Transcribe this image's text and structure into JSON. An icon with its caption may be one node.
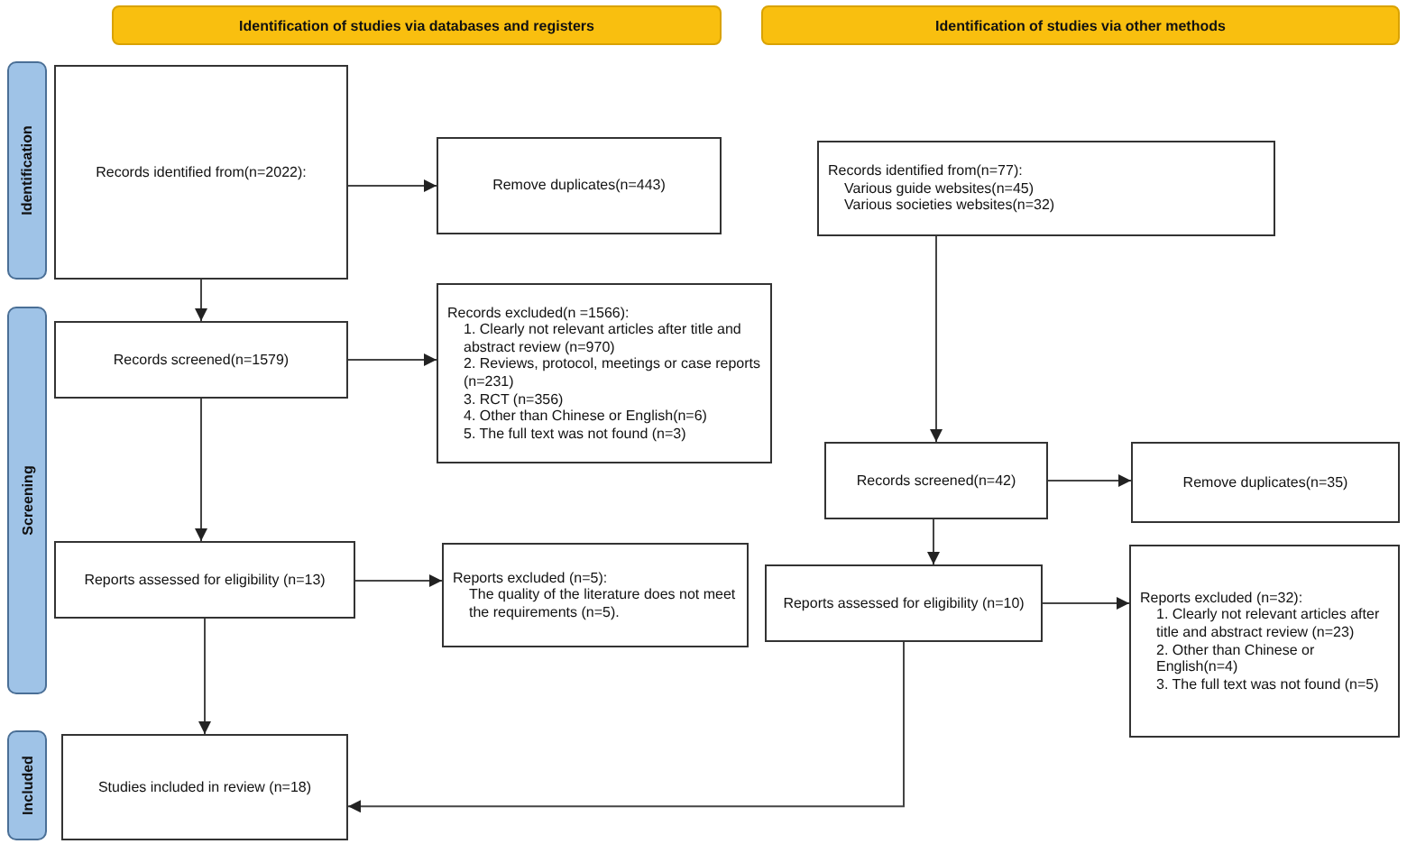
{
  "diagram": {
    "nodes": [
      {
        "text": [
          "Identification of studies via databases and registers"
        ]
      },
      {
        "text": [
          "Identification of studies via other methods"
        ]
      },
      {
        "text": [
          "Identification"
        ]
      },
      {
        "text": [
          "Screening"
        ]
      },
      {
        "text": [
          "Included"
        ]
      },
      {
        "text": [
          "Records identified from(n=2022):"
        ]
      },
      {
        "text": [
          "Remove duplicates(n=443)"
        ]
      },
      {
        "text": [
          "Records screened(n=1579)"
        ]
      },
      {
        "text": [
          "Records excluded(n =1566):",
          "1. Clearly not relevant articles after title and abstract review (n=970)",
          "2. Reviews, protocol, meetings or case reports (n=231)",
          "3. RCT (n=356)",
          "4. Other than Chinese or English(n=6)",
          "5. The full text was not found (n=3)"
        ]
      },
      {
        "text": [
          "Records identified from(n=77):",
          "Various guide websites(n=45)",
          "Various societies websites(n=32)"
        ]
      },
      {
        "text": [
          "Reports assessed for eligibility (n=13)"
        ]
      },
      {
        "text": [
          "Reports excluded (n=5):",
          "The quality of the literature does not meet the requirements (n=5)."
        ]
      },
      {
        "text": [
          "Records screened(n=42)"
        ]
      },
      {
        "text": [
          "Remove duplicates(n=35)"
        ]
      },
      {
        "text": [
          "Reports assessed for eligibility (n=10)"
        ]
      },
      {
        "text": [
          "Reports excluded (n=32):",
          "1. Clearly not relevant articles after title and abstract review (n=23)",
          "2. Other than Chinese or English(n=4)",
          "3. The full text was not found (n=5)"
        ]
      },
      {
        "text": [
          "Studies included in review (n=18)"
        ]
      }
    ],
    "edges": [
      {
        "from": 5,
        "to": 6,
        "arrow": "to"
      },
      {
        "from": 5,
        "to": 7,
        "arrow": "to"
      },
      {
        "from": 7,
        "to": 8,
        "arrow": "to"
      },
      {
        "from": 7,
        "to": 10,
        "arrow": "to"
      },
      {
        "from": 10,
        "to": 11,
        "arrow": "to"
      },
      {
        "from": 10,
        "to": 16,
        "arrow": "to"
      },
      {
        "from": 9,
        "to": 12,
        "arrow": "to"
      },
      {
        "from": 12,
        "to": 13,
        "arrow": "to"
      },
      {
        "from": 12,
        "to": 14,
        "arrow": "to"
      },
      {
        "from": 14,
        "to": 15,
        "arrow": "to"
      },
      {
        "from": 14,
        "to": 16,
        "arrow": "to"
      }
    ]
  }
}
